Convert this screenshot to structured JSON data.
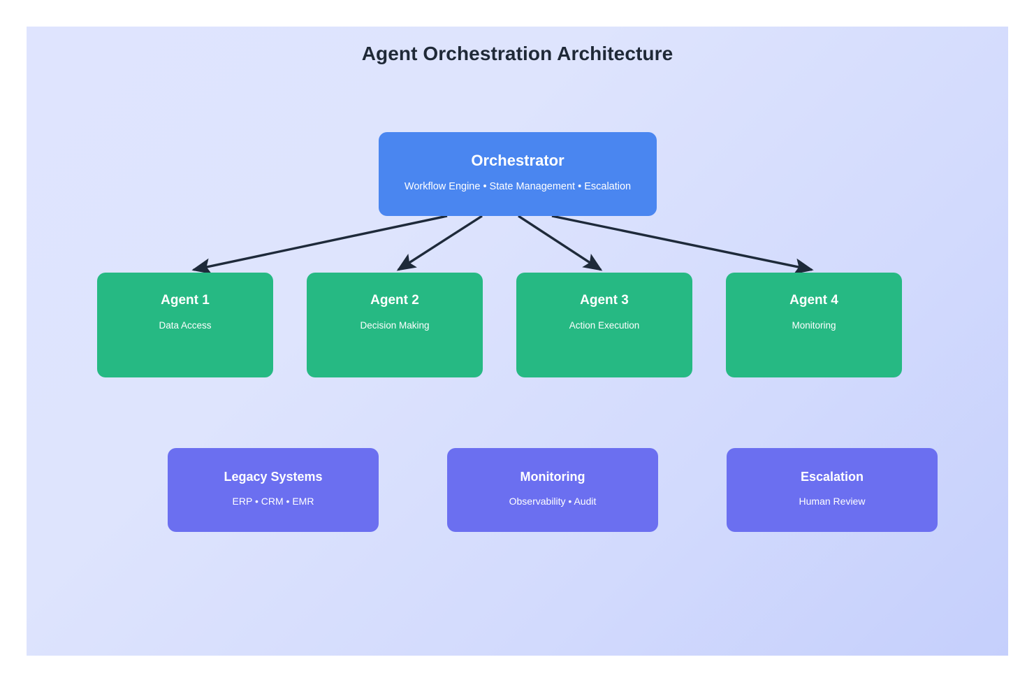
{
  "diagram": {
    "title": "Agent Orchestration Architecture",
    "type": "hierarchical-block-diagram",
    "background_gradient_from": "#dfe4fe",
    "background_gradient_to": "#c5cffc",
    "page_background": "#ffffff",
    "arrow_color": "#1e2a3a"
  },
  "orchestrator": {
    "title": "Orchestrator",
    "subtitle": "Workflow Engine • State Management • Escalation",
    "color": "#4a86f0"
  },
  "agents": {
    "color": "#26b983",
    "items": [
      {
        "title": "Agent 1",
        "subtitle": "Data Access"
      },
      {
        "title": "Agent 2",
        "subtitle": "Decision Making"
      },
      {
        "title": "Agent 3",
        "subtitle": "Action Execution"
      },
      {
        "title": "Agent 4",
        "subtitle": "Monitoring"
      }
    ]
  },
  "support": {
    "color": "#6b6ff0",
    "items": [
      {
        "title": "Legacy Systems",
        "subtitle": "ERP • CRM • EMR"
      },
      {
        "title": "Monitoring",
        "subtitle": "Observability • Audit"
      },
      {
        "title": "Escalation",
        "subtitle": "Human Review"
      }
    ]
  },
  "connections": [
    {
      "from": "Orchestrator",
      "to": "Agent 1",
      "style": "solid-arrow"
    },
    {
      "from": "Orchestrator",
      "to": "Agent 2",
      "style": "solid-arrow"
    },
    {
      "from": "Orchestrator",
      "to": "Agent 3",
      "style": "solid-arrow"
    },
    {
      "from": "Orchestrator",
      "to": "Agent 4",
      "style": "solid-arrow"
    }
  ]
}
